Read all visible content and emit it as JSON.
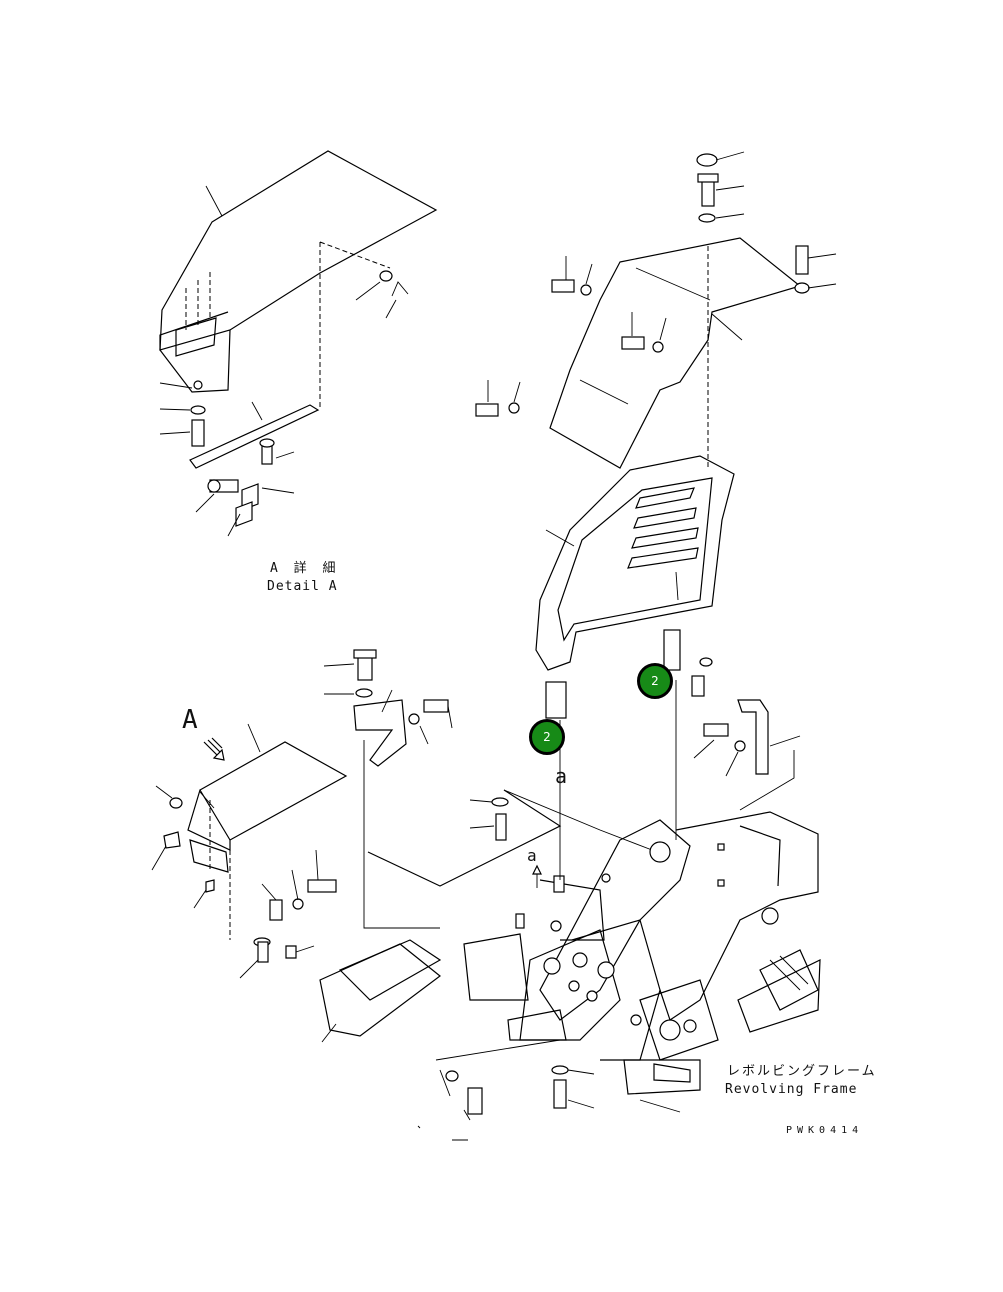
{
  "labels": {
    "detail_a_jp": "A 詳 細",
    "detail_a_en": "Detail A",
    "view_a": "A",
    "view_a_lower": "a",
    "view_a_lower_2": "a",
    "frame_jp": "レボルビングフレーム",
    "frame_en": "Revolving Frame",
    "drawing_code": "PWK0414"
  },
  "callouts": [
    {
      "number": "2"
    },
    {
      "number": "2"
    }
  ],
  "colors": {
    "callout_fill": "#178a17",
    "line": "#000000",
    "background": "#ffffff"
  }
}
